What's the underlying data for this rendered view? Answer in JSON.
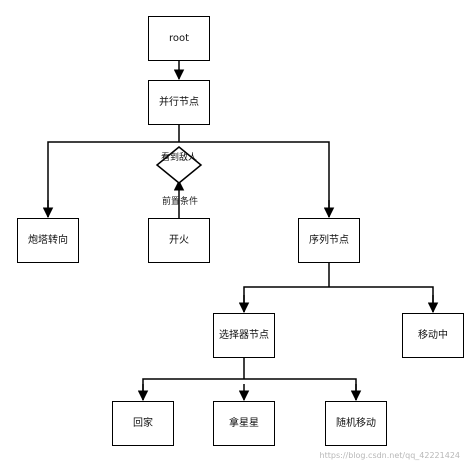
{
  "nodes": {
    "root": "root",
    "parallel": "并行节点",
    "turret": "炮塔转向",
    "fire": "开火",
    "sequence": "序列节点",
    "selector": "选择器节点",
    "moving": "移动中",
    "return_home": "回家",
    "take_star": "拿星星",
    "random_move": "随机移动"
  },
  "decision": {
    "label": "看到敌人"
  },
  "edge_label": "前置条件",
  "watermark": "https://blog.csdn.net/qq_42221424",
  "colors": {
    "line": "#000000",
    "background": "#ffffff",
    "watermark": "#b8b8b8"
  }
}
